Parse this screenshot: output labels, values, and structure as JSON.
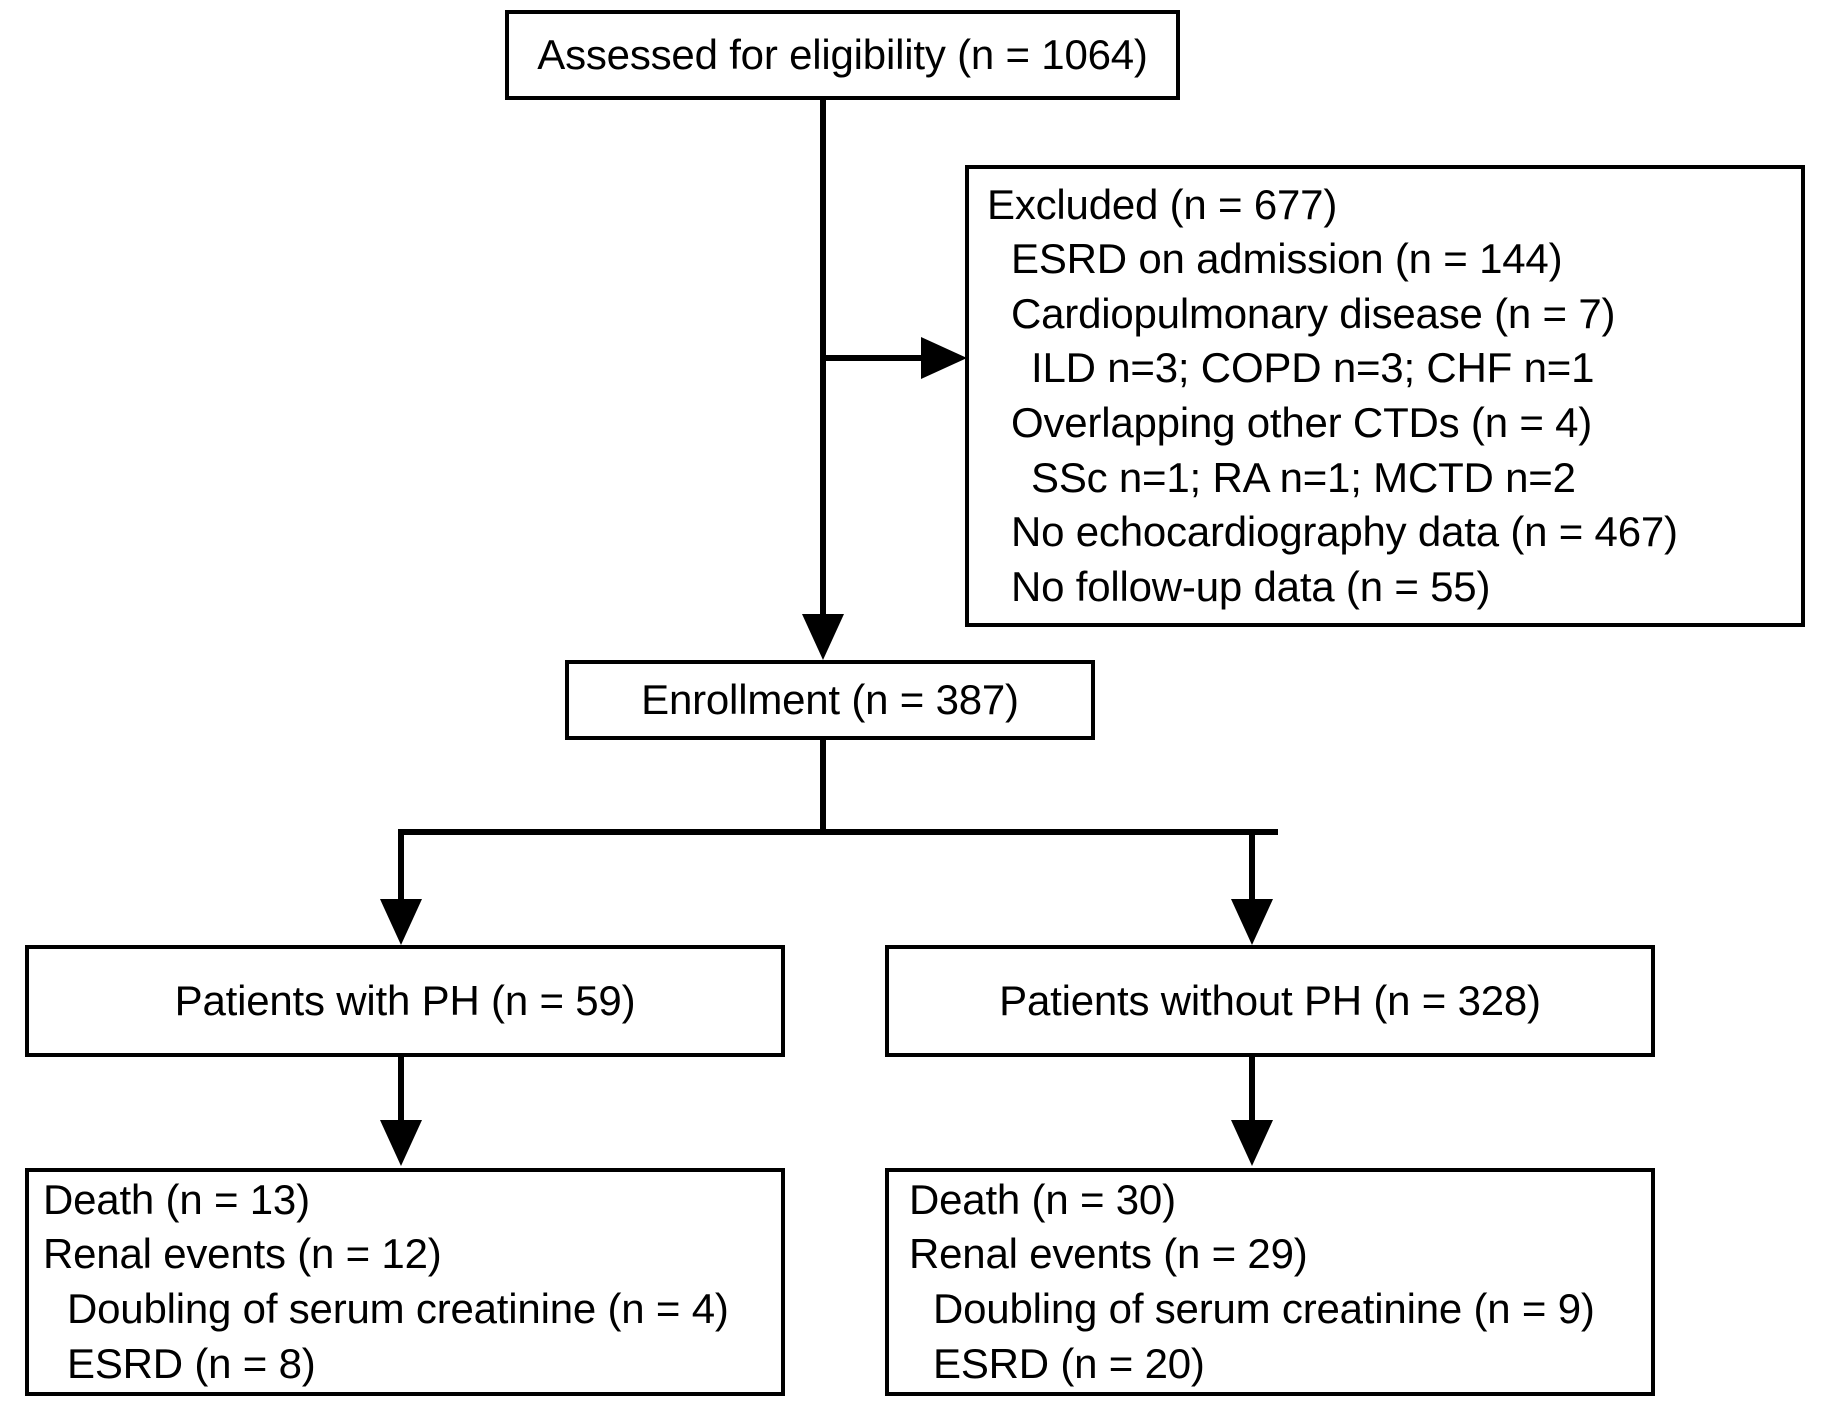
{
  "flowchart": {
    "type": "prisma-participant-flow-diagram",
    "nodes": {
      "assessed": {
        "label": "Assessed for eligibility (n = 1064)",
        "n": 1064
      },
      "excluded": {
        "title": "Excluded (n = 677)",
        "n": 677,
        "reasons": [
          {
            "text": "ESRD on admission (n = 144)",
            "n": 144,
            "indent": 1
          },
          {
            "text": "Cardiopulmonary disease (n = 7)",
            "n": 7,
            "indent": 1
          },
          {
            "text": "ILD n=3; COPD n=3; CHF n=1",
            "indent": 2
          },
          {
            "text": "Overlapping other CTDs (n = 4)",
            "n": 4,
            "indent": 1
          },
          {
            "text": "SSc n=1; RA n=1; MCTD n=2",
            "indent": 2
          },
          {
            "text": "No echocardiography data (n = 467)",
            "n": 467,
            "indent": 1
          },
          {
            "text": "No follow-up data (n = 55)",
            "n": 55,
            "indent": 1
          }
        ]
      },
      "enrollment": {
        "label": "Enrollment (n = 387)",
        "n": 387
      },
      "with_ph": {
        "label": "Patients with PH (n = 59)",
        "n": 59
      },
      "without_ph": {
        "label": "Patients without PH (n = 328)",
        "n": 328
      },
      "outcomes_with_ph": {
        "lines": [
          {
            "text": "Death (n = 13)",
            "n": 13,
            "indent": 0
          },
          {
            "text": "Renal events (n = 12)",
            "n": 12,
            "indent": 0
          },
          {
            "text": "Doubling of serum creatinine (n = 4)",
            "n": 4,
            "indent": 1
          },
          {
            "text": "ESRD (n = 8)",
            "n": 8,
            "indent": 1
          }
        ]
      },
      "outcomes_without_ph": {
        "lines": [
          {
            "text": "Death (n = 30)",
            "n": 30,
            "indent": 0
          },
          {
            "text": "Renal events (n = 29)",
            "n": 29,
            "indent": 0
          },
          {
            "text": "Doubling of serum creatinine (n = 9)",
            "n": 9,
            "indent": 1
          },
          {
            "text": "ESRD (n = 20)",
            "n": 20,
            "indent": 1
          }
        ]
      }
    },
    "colors": {
      "stroke": "#000000",
      "fill": "#ffffff",
      "text": "#000000"
    }
  }
}
